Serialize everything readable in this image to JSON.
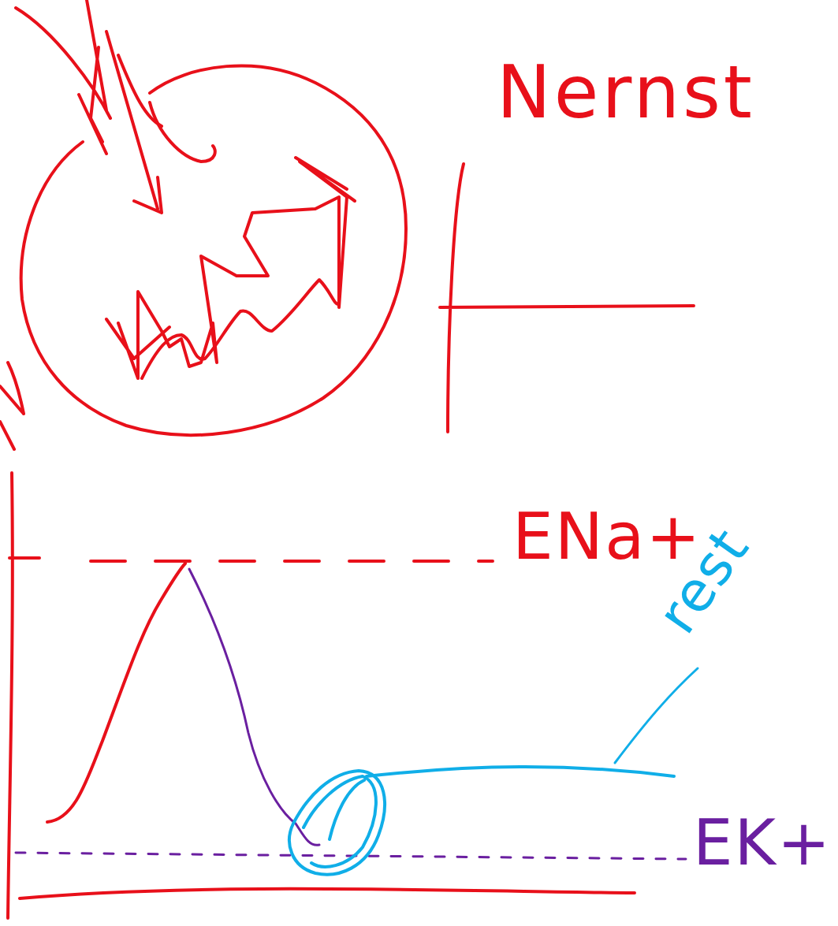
{
  "diagram": {
    "labels": [
      "Nernst",
      "ENa+",
      "rest",
      "EK+"
    ]
  }
}
